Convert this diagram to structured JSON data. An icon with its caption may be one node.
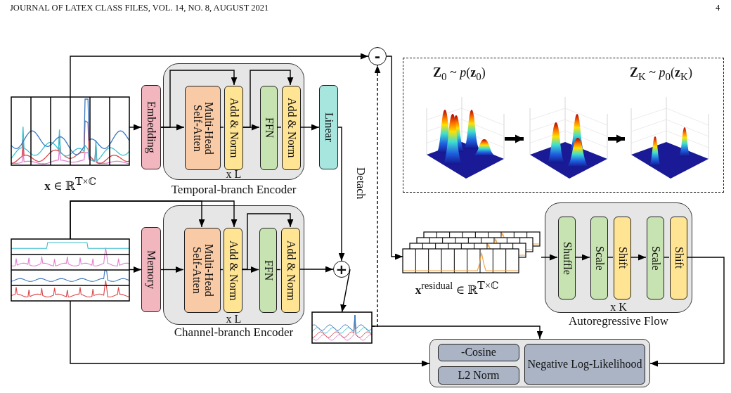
{
  "diagram": {
    "nodes": [
      {
        "text": [],
        "shape": "picture",
        "beside": [
          "**x** ∈ ℝ$^{𝕋×ℂ}$"
        ]
      },
      {
        "text": [
          "Embedding"
        ]
      },
      {
        "text": [
          "x L"
        ],
        "beside": [
          "Temporal-branch Encoder"
        ]
      },
      {
        "text": [
          "Multi-Head Self-Atten"
        ],
        "in": 2
      },
      {
        "text": [
          "Add & Norm"
        ],
        "in": 2
      },
      {
        "text": [
          "FFN"
        ],
        "in": 2
      },
      {
        "text": [
          "Add & Norm"
        ],
        "in": 2
      },
      {
        "text": [
          "Linear"
        ]
      },
      {
        "text": [
          "-"
        ]
      },
      {
        "text": [],
        "shape": "picture"
      },
      {
        "text": [
          "Memory"
        ]
      },
      {
        "text": [
          "x L"
        ],
        "beside": [
          "Channel-branch Encoder"
        ]
      },
      {
        "text": [
          "Multi-Head Self-Atten"
        ],
        "in": 11
      },
      {
        "text": [
          "Add & Norm"
        ],
        "in": 11
      },
      {
        "text": [
          "FFN"
        ],
        "in": 11
      },
      {
        "text": [
          "Add & Norm"
        ],
        "in": 11
      },
      {
        "text": [
          "+"
        ]
      },
      {
        "text": [],
        "shape": "picture"
      },
      {
        "text": [
          "**Z**$_{0}$ ~ *p*(**z**$_{0}$)",
          "**Z**$_{K}$ ~ *p*$_{0}$(**z**$_{K}$)"
        ]
      },
      {
        "text": [],
        "shape": "picture",
        "in": 18
      },
      {
        "text": [],
        "shape": "picture",
        "in": 18
      },
      {
        "text": [],
        "shape": "picture",
        "in": 18
      },
      {
        "text": [],
        "shape": "picture",
        "beside": [
          "**x**$^{residual}$ ∈ ℝ$^{𝕋×ℂ}$"
        ]
      },
      {
        "text": [
          "x K"
        ],
        "beside": [
          "Autoregressive Flow"
        ]
      },
      {
        "text": [
          "Shuffle"
        ],
        "in": 23
      },
      {
        "text": [
          "Scale"
        ],
        "in": 23
      },
      {
        "text": [
          "Shift"
        ],
        "in": 23
      },
      {
        "text": [
          "Scale"
        ],
        "in": 23
      },
      {
        "text": [
          "Shift"
        ],
        "in": 23
      },
      {
        "text": [],
        "shape": "box"
      },
      {
        "text": [
          "-Cosine"
        ],
        "in": 29
      },
      {
        "text": [
          "L2 Norm"
        ],
        "in": 29
      },
      {
        "text": [
          "Negative Log-Likelihood"
        ],
        "in": 29
      }
    ],
    "edges": [
      {
        "from": 0,
        "to": 1,
        "arrow": "to"
      },
      {
        "from": 1,
        "to": 3,
        "arrow": "to"
      },
      {
        "from": 1,
        "to": 4,
        "arrow": "to"
      },
      {
        "from": 3,
        "to": 4,
        "arrow": "none"
      },
      {
        "from": 4,
        "to": 5,
        "arrow": "to"
      },
      {
        "from": 4,
        "to": 6,
        "arrow": "to"
      },
      {
        "from": 5,
        "to": 6,
        "arrow": "none"
      },
      {
        "from": 6,
        "to": 7,
        "arrow": "to"
      },
      {
        "from": 7,
        "to": 16,
        "arrow": "to"
      },
      {
        "from": 0,
        "to": 8,
        "arrow": "to"
      },
      {
        "from": 17,
        "to": 8,
        "arrow": "to",
        "style": "dashed",
        "label": "Detach"
      },
      {
        "from": 8,
        "to": 22,
        "arrow": "to"
      },
      {
        "from": 22,
        "to": 24,
        "arrow": "to"
      },
      {
        "from": 24,
        "to": 25,
        "arrow": "to"
      },
      {
        "from": 25,
        "to": 26,
        "arrow": "none"
      },
      {
        "from": 26,
        "to": 27,
        "arrow": "to"
      },
      {
        "from": 27,
        "to": 28,
        "arrow": "none"
      },
      {
        "from": 28,
        "to": 29,
        "arrow": "to"
      },
      {
        "from": 9,
        "to": 10,
        "arrow": "to"
      },
      {
        "from": 10,
        "to": 12,
        "arrow": "to"
      },
      {
        "from": 9,
        "to": 12,
        "arrow": "to"
      },
      {
        "from": 9,
        "to": 13,
        "arrow": "to"
      },
      {
        "from": 12,
        "to": 13,
        "arrow": "none"
      },
      {
        "from": 13,
        "to": 14,
        "arrow": "to"
      },
      {
        "from": 13,
        "to": 15,
        "arrow": "to"
      },
      {
        "from": 14,
        "to": 15,
        "arrow": "none"
      },
      {
        "from": 15,
        "to": 16,
        "arrow": "to"
      },
      {
        "from": 16,
        "to": 17,
        "arrow": "to"
      },
      {
        "from": 9,
        "to": 29,
        "arrow": "to"
      },
      {
        "from": 17,
        "to": 29,
        "arrow": "to"
      },
      {
        "from": 19,
        "to": 20,
        "arrow": "to",
        "style": "thick"
      },
      {
        "from": 20,
        "to": 21,
        "arrow": "to",
        "style": "thick"
      }
    ],
    "labels": [
      "JOURNAL OF LATEX CLASS FILES, VOL. 14, NO. 8, AUGUST 2021",
      "4"
    ]
  }
}
